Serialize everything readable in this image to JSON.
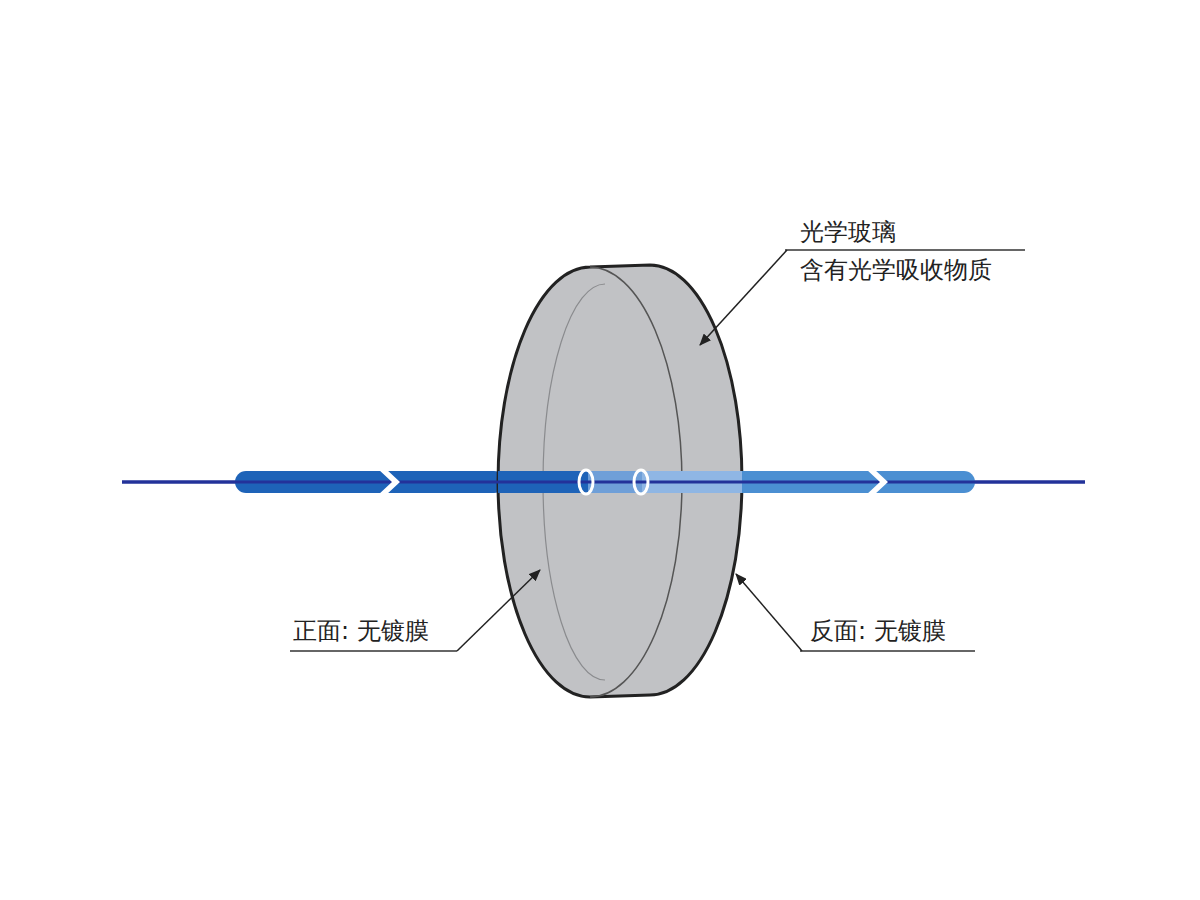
{
  "diagram": {
    "labels": [
      "光学玻璃",
      "含有光学吸收物质",
      "正面: 无镀膜",
      "反面: 无镀膜"
    ]
  }
}
